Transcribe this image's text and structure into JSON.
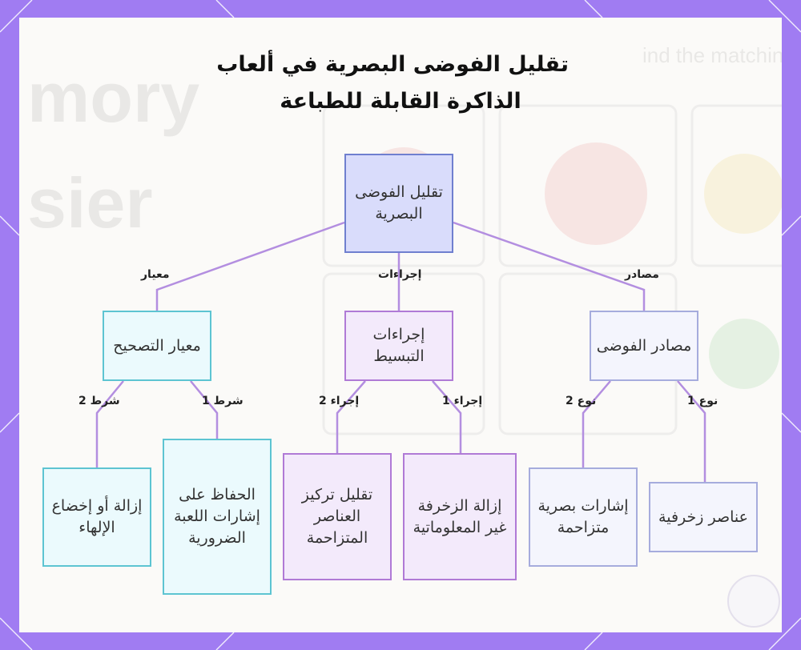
{
  "title": {
    "line1": "تقليل الفوضى البصرية في ألعاب",
    "line2": "الذاكرة القابلة للطباعة"
  },
  "nodes": {
    "root": "تقليل الفوضى البصرية",
    "standard": "معيار التصحيح",
    "procedures": "إجراءات التبسيط",
    "sources": "مصادر الفوضى",
    "cond1": "الحفاظ على إشارات اللعبة الضرورية",
    "cond2": "إزالة أو إخضاع الإلهاء",
    "proc1": "إزالة الزخرفة غير المعلوماتية",
    "proc2": "تقليل تركيز العناصر المتزاحمة",
    "type1": "عناصر زخرفية",
    "type2": "إشارات بصرية متزاحمة"
  },
  "edge_labels": {
    "standard": "معيار",
    "procedures": "إجراءات",
    "sources": "مصادر",
    "cond1": "شرط 1",
    "cond2": "شرط 2",
    "proc1": "إجراء 1",
    "proc2": "إجراء 2",
    "type1": "نوع 1",
    "type2": "نوع 2"
  },
  "background_text": {
    "a": "mory",
    "b": "sier",
    "c": "ind the matching p"
  },
  "colors": {
    "frame": "#a07cf2",
    "root": "#d9dcfb",
    "edge": "#b38ee0"
  }
}
